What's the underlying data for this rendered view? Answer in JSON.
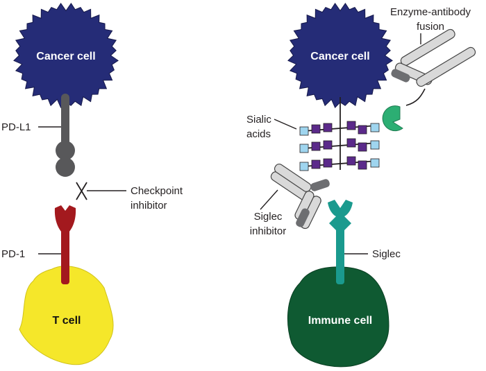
{
  "left_panel": {
    "cancer_cell_label": "Cancer cell",
    "t_cell_label": "T cell",
    "pdl1_label": "PD-L1",
    "pd1_label": "PD-1",
    "checkpoint_label_line1": "Checkpoint",
    "checkpoint_label_line2": "inhibitor"
  },
  "right_panel": {
    "cancer_cell_label": "Cancer cell",
    "immune_cell_label": "Immune cell",
    "enzyme_label_line1": "Enzyme-antibody",
    "enzyme_label_line2": "fusion",
    "sialic_label_line1": "Sialic",
    "sialic_label_line2": "acids",
    "siglec_inhibitor_line1": "Siglec",
    "siglec_inhibitor_line2": "inhibitor",
    "siglec_label": "Siglec"
  },
  "colors": {
    "cancer_cell": "#252c77",
    "t_cell": "#f5e72a",
    "immune_cell": "#0f5a32",
    "pdl1": "#58585a",
    "pd1": "#a3191e",
    "siglec": "#1a9a8e",
    "enzyme": "#2cae73",
    "sialic_light": "#9fd5ef",
    "sialic_dark": "#5b2a8a",
    "antibody": "#d9d9d9"
  }
}
